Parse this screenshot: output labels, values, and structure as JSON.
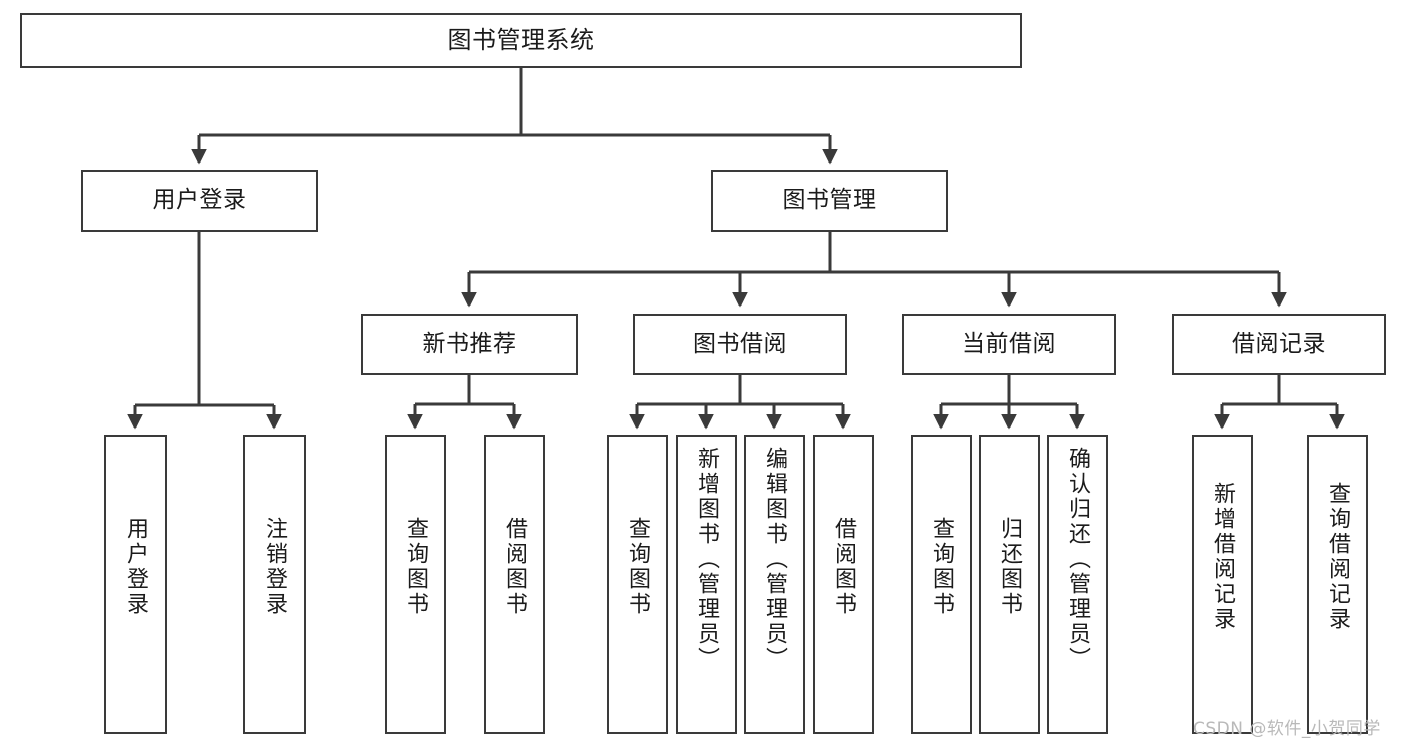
{
  "diagram": {
    "type": "tree",
    "title": "图书管理系统",
    "levels": {
      "level1": {
        "label": "图书管理系统"
      },
      "level2": [
        {
          "label": "用户登录"
        },
        {
          "label": "图书管理"
        }
      ],
      "level3": [
        {
          "label": "新书推荐"
        },
        {
          "label": "图书借阅"
        },
        {
          "label": "当前借阅"
        },
        {
          "label": "借阅记录"
        }
      ],
      "leaves": [
        {
          "label": "用户登录",
          "parent": "用户登录"
        },
        {
          "label": "注销登录",
          "parent": "用户登录"
        },
        {
          "label": "查询图书",
          "parent": "新书推荐"
        },
        {
          "label": "借阅图书",
          "parent": "新书推荐"
        },
        {
          "label": "查询图书",
          "parent": "图书借阅"
        },
        {
          "label": "新增图书（管理员）",
          "parent": "图书借阅"
        },
        {
          "label": "编辑图书（管理员）",
          "parent": "图书借阅"
        },
        {
          "label": "借阅图书",
          "parent": "图书借阅"
        },
        {
          "label": "查询图书",
          "parent": "当前借阅"
        },
        {
          "label": "归还图书",
          "parent": "当前借阅"
        },
        {
          "label": "确认归还（管理员）",
          "parent": "当前借阅"
        },
        {
          "label": "新增借阅记录",
          "parent": "借阅记录"
        },
        {
          "label": "查询借阅记录",
          "parent": "借阅记录"
        }
      ]
    }
  },
  "colors": {
    "line": "#3a3a3a",
    "box_fill": "#ffffff",
    "text": "#1b1b1b",
    "watermark": "#b9b9b9"
  },
  "watermark": {
    "text": "CSDN @软件_小贺同学"
  }
}
